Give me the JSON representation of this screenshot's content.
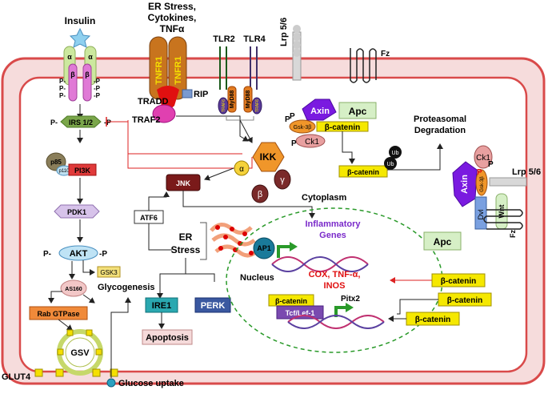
{
  "labels": {
    "insulin": "Insulin",
    "er_stress_top": "ER Stress,",
    "cytokines_top": "Cytokines,",
    "tnfa_top": "TNFα",
    "tlr2": "TLR2",
    "tlr4": "TLR4",
    "lrp_top": "Lrp 5/6",
    "fz_top": "Fz",
    "tnfr1": "TNFR1",
    "tradd": "TRADD",
    "rip": "RIP",
    "traf2": "TRAF2",
    "myd88": "MyD88",
    "traf6": "TRAF6",
    "irs": "IRS 1/2",
    "p85": "p85",
    "p110": "p110",
    "pi3k": "PI3K",
    "pdk1": "PDK1",
    "akt": "AKT",
    "gsk3_left": "GSK3",
    "as160": "AS160",
    "rab": "Rab GTPase",
    "gsv": "GSV",
    "glut4": "GLUT4",
    "glucose_uptake": "Glucose uptake",
    "glycogenesis": "Glycogenesis",
    "jnk": "JNK",
    "ikk": "IKK",
    "alpha": "α",
    "beta": "β",
    "gamma": "γ",
    "atf6": "ATF6",
    "er_stress_mid": "ER",
    "er_stress_mid2": "Stress",
    "ire1": "IRE1",
    "perk": "PERK",
    "apoptosis": "Apoptosis",
    "cytoplasm": "Cytoplasm",
    "inflammatory": "Inflammatory",
    "genes": "Genes",
    "ap1": "AP1",
    "nucleus": "Nucleus",
    "cox": "COX, TNF-α,",
    "inos": "INOS",
    "pitx2": "Pitx2",
    "tcf": "Tcf/Lef-1",
    "b_catenin": "β-catenin",
    "axin": "Axin",
    "apc": "Apc",
    "gsk3b": "Gsk-3β",
    "ck1": "Ck1",
    "dvl": "Dvl",
    "wnt": "Wnt",
    "lrp_right": "Lrp 5/6",
    "fz_right": "Fz",
    "proteasomal": "Proteasomal",
    "degradation": "Degradation",
    "ub": "Ub",
    "p": "P",
    "neg_p": "-P",
    "p_neg": "P-"
  }
}
